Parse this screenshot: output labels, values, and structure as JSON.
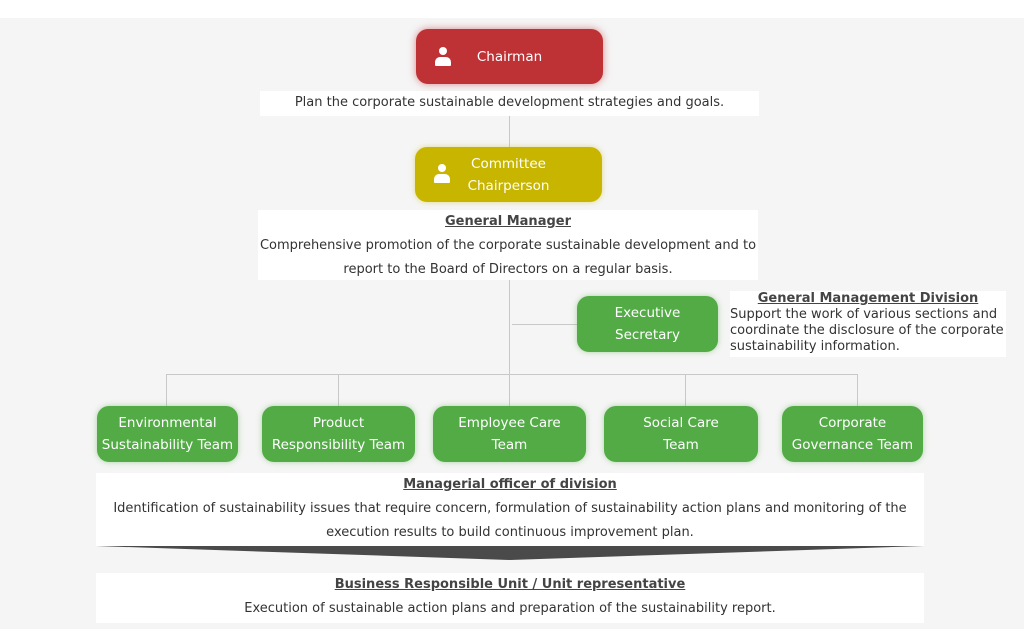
{
  "chairman": {
    "label": "Chairman",
    "icon": "person-icon",
    "description": "Plan the corporate sustainable development strategies and goals."
  },
  "committee": {
    "label": "Committee\nChairperson",
    "icon": "person-icon",
    "title": "General Manager",
    "description": "Comprehensive promotion of the corporate sustainable development and to report to the Board of Directors on a regular basis."
  },
  "executive": {
    "label": "Executive\nSecretary",
    "division_title": "General Management Division",
    "division_description": "Support the work of various sections and coordinate the disclosure of the corporate sustainability information."
  },
  "teams": [
    {
      "label": "Environmental\nSustainability Team"
    },
    {
      "label": "Product\nResponsibility Team"
    },
    {
      "label": "Employee  Care\nTeam"
    },
    {
      "label": "Social Care\nTeam"
    },
    {
      "label": "Corporate\nGovernance Team"
    }
  ],
  "managerial": {
    "title": "Managerial officer of division",
    "description": "Identification of sustainability issues that require concern, formulation of sustainability action plans and monitoring of the execution results to build continuous improvement plan."
  },
  "business": {
    "title": "Business Responsible Unit / Unit representative",
    "description": "Execution of sustainable action plans and preparation of the sustainability report."
  },
  "colors": {
    "chairman": "#be3236",
    "committee": "#c7b500",
    "team": "#52ab45",
    "connector": "#c8c8c8",
    "arrow": "#4a4a4a"
  }
}
